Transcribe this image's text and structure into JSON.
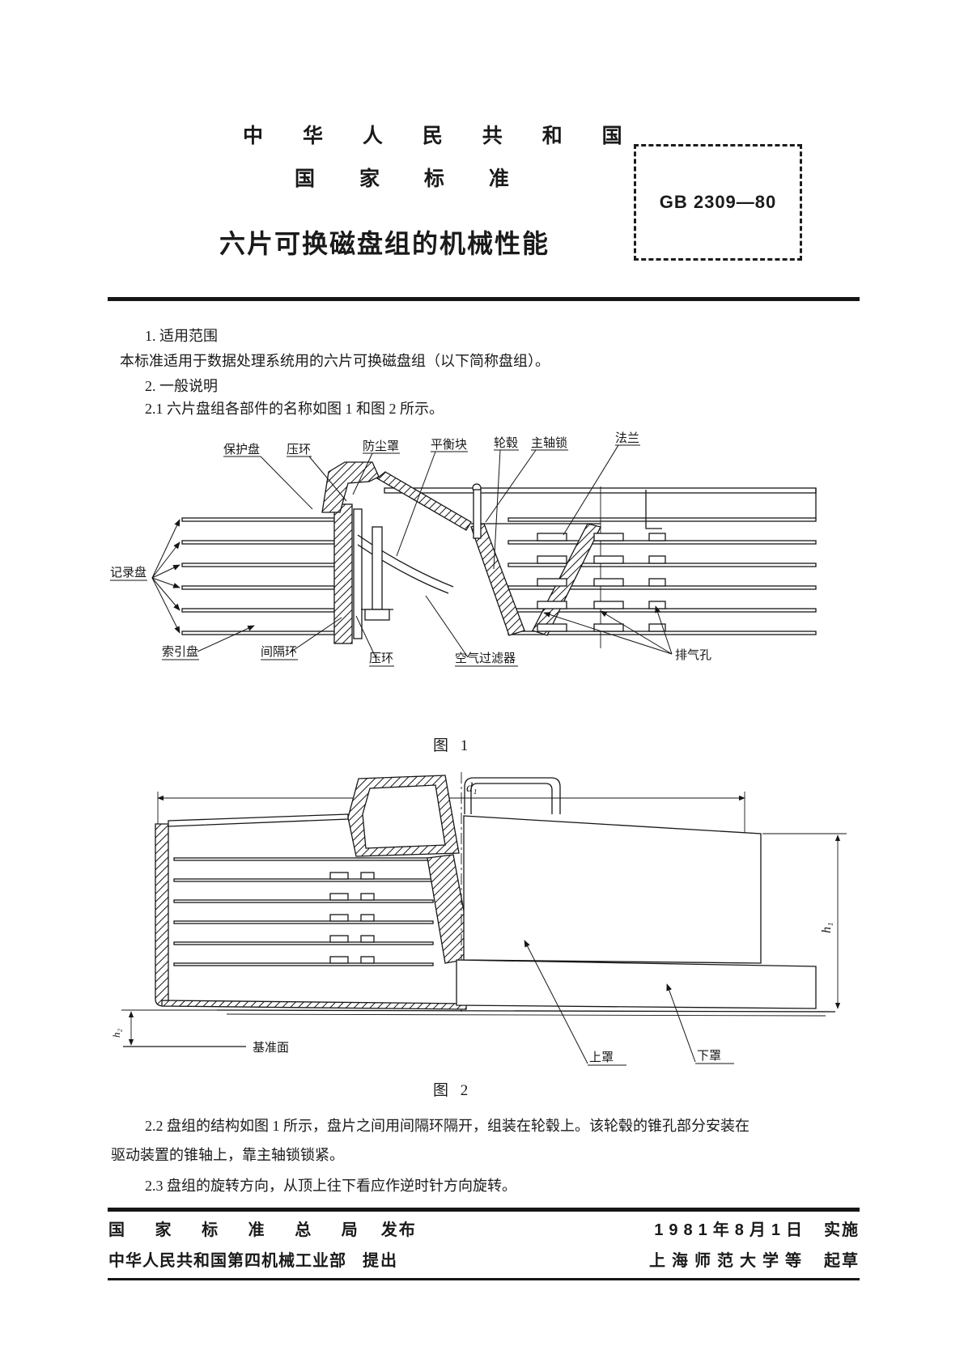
{
  "page": {
    "paper": "#ffffff",
    "ink": "#1a1a1a"
  },
  "header": {
    "nation_line": "中 华 人 民 共 和 国",
    "type_line": "国 家 标 准",
    "title": "六片可换磁盘组的机械性能",
    "standard_no": "GB 2309—80"
  },
  "body": {
    "sec1_heading": "1. 适用范围",
    "sec1_text": "本标准适用于数据处理系统用的六片可换磁盘组（以下简称盘组）。",
    "sec2_heading": "2. 一般说明",
    "sec2_1": "2.1 六片盘组各部件的名称如图 1 和图 2 所示。",
    "sec2_2_line1": "2.2 盘组的结构如图 1 所示，盘片之间用间隔环隔开，组装在轮毂上。该轮毂的锥孔部分安装在",
    "sec2_2_line2": "驱动装置的锥轴上，靠主轴锁锁紧。",
    "sec2_3": "2.3 盘组的旋转方向，从顶上往下看应作逆时针方向旋转。"
  },
  "figure1": {
    "caption": "图 1",
    "labels": {
      "protective_disk": "保护盘",
      "clamp_ring_top": "压环",
      "dust_cover": "防尘罩",
      "balance_block": "平衡块",
      "hub": "轮毂",
      "spindle_lock": "主轴锁",
      "flange": "法兰",
      "recording_disks": "记录盘",
      "index_disk": "索引盘",
      "spacer_ring": "间隔环",
      "clamp_ring_bottom": "压环",
      "air_filter": "空气过滤器",
      "vent_holes": "排气孔"
    }
  },
  "figure2": {
    "caption": "图 2",
    "dim_d1": "d₁",
    "dim_h1": "h₁",
    "dim_h2": "h₂",
    "labels": {
      "datum_plane": "基准面",
      "upper_cover": "上罩",
      "lower_cover": "下罩"
    }
  },
  "footer": {
    "publisher": "国 家 标 准 总 局",
    "publisher_action": "发布",
    "proposer": "中华人民共和国第四机械工业部",
    "proposer_action": "提出",
    "implement_date": "1981年8月1日",
    "implement_action": "实施",
    "drafter": "上海师范大学等",
    "drafter_action": "起草"
  }
}
